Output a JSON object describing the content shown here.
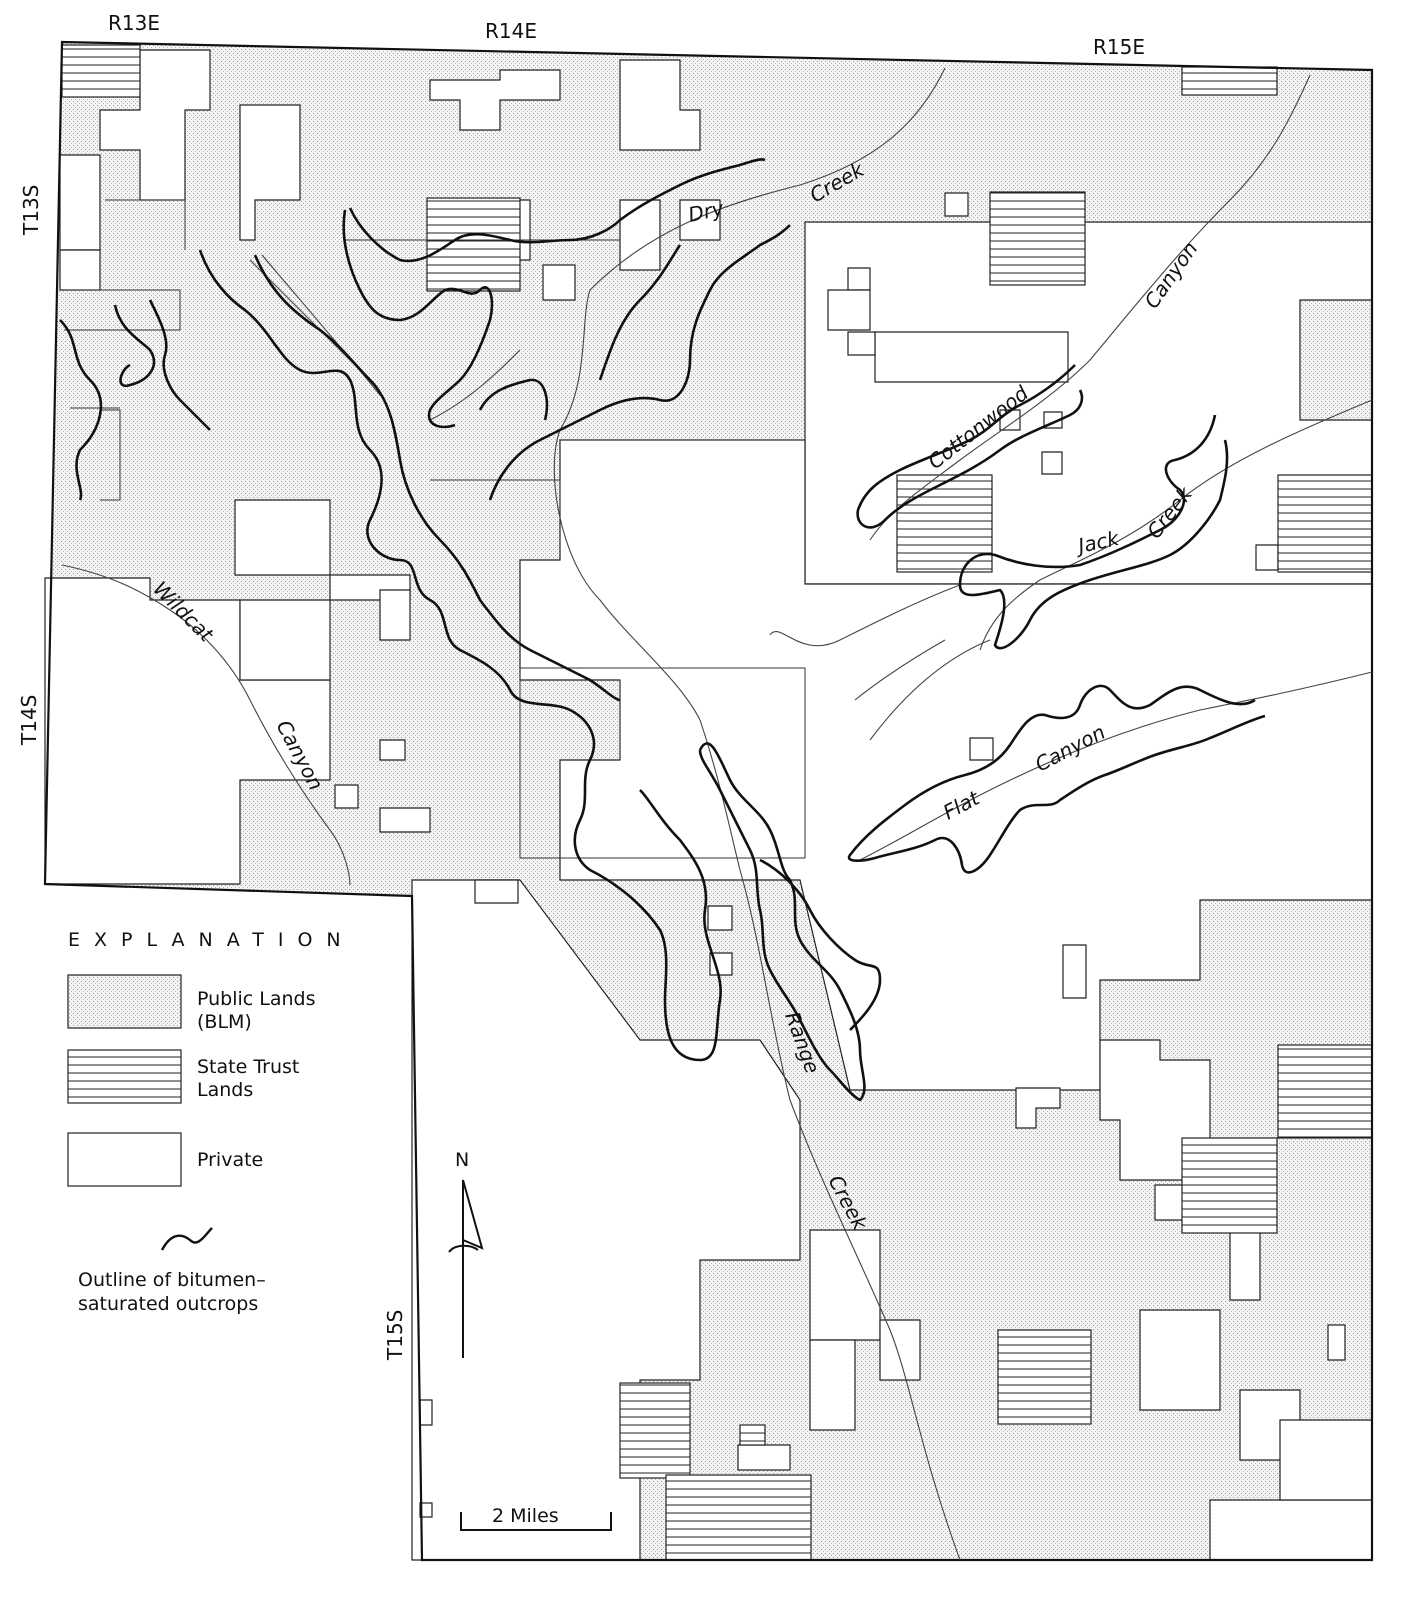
{
  "map": {
    "ranges": [
      "R13E",
      "R14E",
      "R15E"
    ],
    "townships": [
      "T13S",
      "T14S",
      "T15S"
    ],
    "features": {
      "dry_creek": [
        "Dry",
        "Creek"
      ],
      "cottonwood_canyon": [
        "Cottonwood",
        "Canyon"
      ],
      "jack_creek": [
        "Jack",
        "Creek"
      ],
      "flat_canyon": [
        "Flat",
        "Canyon"
      ],
      "wildcat_canyon": [
        "Wildcat",
        "Canyon"
      ],
      "range_creek": [
        "Range",
        "Creek"
      ]
    }
  },
  "legend": {
    "title": "EXPLANATION",
    "public_lands": [
      "Public Lands",
      "(BLM)"
    ],
    "state_trust": [
      "State Trust",
      "Lands"
    ],
    "private": "Private",
    "outline": [
      "Outline of bitumen–",
      "saturated outcrops"
    ]
  },
  "north_arrow": {
    "label": "N"
  },
  "scale_bar": {
    "label": "2 Miles"
  },
  "colors": {
    "ink": "#111111",
    "public_fill": "#efefef",
    "paper": "#ffffff"
  }
}
